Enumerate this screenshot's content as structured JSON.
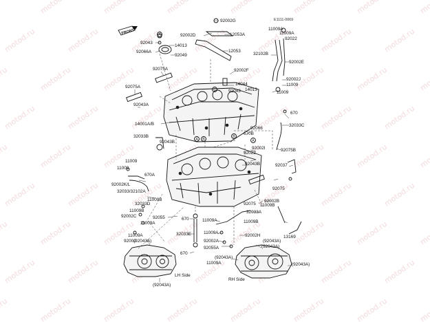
{
  "figure_code": "E1111-0069",
  "front_label": "FRONT",
  "watermark": "motod.ru",
  "side_labels": {
    "lh": "LH Side",
    "rh": "RH Side"
  },
  "parts": [
    {
      "id": "p1",
      "text": "92002G"
    },
    {
      "id": "p2",
      "text": "92002D"
    },
    {
      "id": "p3",
      "text": "12053A"
    },
    {
      "id": "p4",
      "text": "12053"
    },
    {
      "id": "p5",
      "text": "92043"
    },
    {
      "id": "p6",
      "text": "14013"
    },
    {
      "id": "p7",
      "text": "92066A"
    },
    {
      "id": "p8",
      "text": "92049"
    },
    {
      "id": "p9",
      "text": "11009A"
    },
    {
      "id": "p10",
      "text": "11009A"
    },
    {
      "id": "p11",
      "text": "92022"
    },
    {
      "id": "p12",
      "text": "32102B"
    },
    {
      "id": "p13",
      "text": "92002E"
    },
    {
      "id": "p14",
      "text": "92002J"
    },
    {
      "id": "p15",
      "text": "11009"
    },
    {
      "id": "p16",
      "text": "11009"
    },
    {
      "id": "p17",
      "text": "92075A"
    },
    {
      "id": "p18",
      "text": "92002F"
    },
    {
      "id": "p19",
      "text": "14044"
    },
    {
      "id": "p20",
      "text": "92043"
    },
    {
      "id": "p21",
      "text": "14013"
    },
    {
      "id": "p22",
      "text": "92075A"
    },
    {
      "id": "p23",
      "text": "92043A"
    },
    {
      "id": "p24",
      "text": "14001A/B"
    },
    {
      "id": "p25",
      "text": "670"
    },
    {
      "id": "p26",
      "text": "32033C"
    },
    {
      "id": "p27",
      "text": "92066"
    },
    {
      "id": "p28",
      "text": "670B"
    },
    {
      "id": "p29",
      "text": "32033B"
    },
    {
      "id": "p30",
      "text": "92043B"
    },
    {
      "id": "p31",
      "text": "92075B"
    },
    {
      "id": "p32",
      "text": "92002I"
    },
    {
      "id": "p33",
      "text": "92022"
    },
    {
      "id": "p34",
      "text": "92043B"
    },
    {
      "id": "p35",
      "text": "11009"
    },
    {
      "id": "p36",
      "text": "11009"
    },
    {
      "id": "p37",
      "text": "92002K/L"
    },
    {
      "id": "p38",
      "text": "670A"
    },
    {
      "id": "p39",
      "text": "92037"
    },
    {
      "id": "p40",
      "text": "32033/32102A"
    },
    {
      "id": "p41",
      "text": "92075"
    },
    {
      "id": "p42",
      "text": "11009B"
    },
    {
      "id": "p43",
      "text": "32033D"
    },
    {
      "id": "p44",
      "text": "11009B"
    },
    {
      "id": "p45",
      "text": "92002B"
    },
    {
      "id": "p46",
      "text": "11009B"
    },
    {
      "id": "p47",
      "text": "92002C"
    },
    {
      "id": "p48",
      "text": "11009A"
    },
    {
      "id": "p49",
      "text": "92075"
    },
    {
      "id": "p50",
      "text": "32033A"
    },
    {
      "id": "p51",
      "text": "92055"
    },
    {
      "id": "p52",
      "text": "670"
    },
    {
      "id": "p53",
      "text": "11009A"
    },
    {
      "id": "p54",
      "text": "11009B"
    },
    {
      "id": "p55",
      "text": "11009A"
    },
    {
      "id": "p56",
      "text": "92002"
    },
    {
      "id": "p57",
      "text": "11009A"
    },
    {
      "id": "p58",
      "text": "92002H"
    },
    {
      "id": "p59",
      "text": "13169"
    },
    {
      "id": "p60",
      "text": "32033E"
    },
    {
      "id": "p61",
      "text": "92002A"
    },
    {
      "id": "p62",
      "text": "92055A"
    },
    {
      "id": "p63",
      "text": "11009A"
    },
    {
      "id": "p64",
      "text": "670"
    },
    {
      "id": "p65",
      "text": "(92043A)"
    },
    {
      "id": "p66",
      "text": "(92043A)"
    },
    {
      "id": "p67",
      "text": "(92043A)"
    },
    {
      "id": "p68",
      "text": "(92043A)"
    },
    {
      "id": "p69",
      "text": "(92043A)"
    },
    {
      "id": "p70",
      "text": "(92043A)"
    }
  ],
  "callout_letters": [
    "A",
    "B",
    "B",
    "A",
    "C",
    "A"
  ]
}
